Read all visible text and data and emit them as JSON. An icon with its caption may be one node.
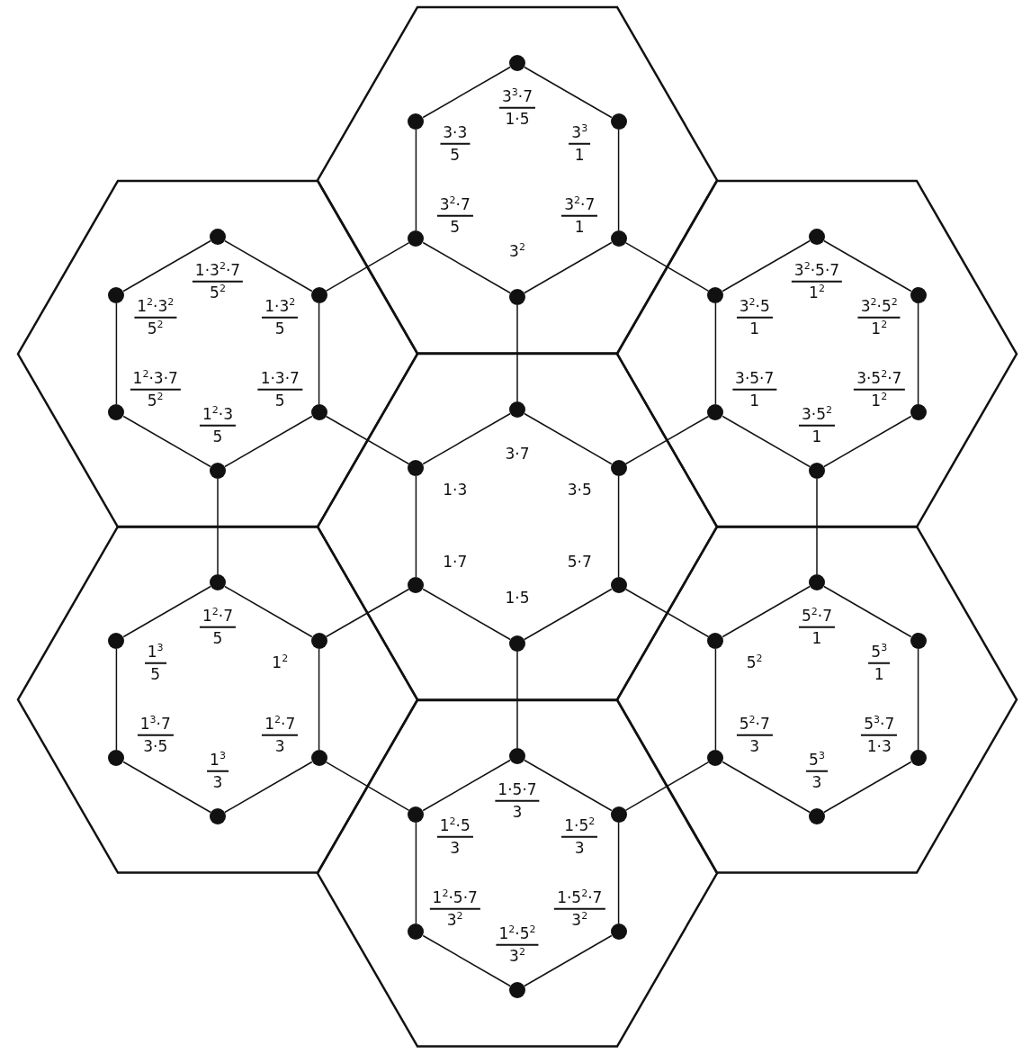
{
  "diagram": {
    "nodes": [
      {
        "text": [],
        "shape": "hexagon"
      },
      {
        "text": [],
        "shape": "circle",
        "in": 0,
        "beside": [
          "3$^{3}$·7",
          "1·5"
        ]
      },
      {
        "text": [],
        "shape": "circle",
        "in": 0,
        "beside": [
          "3$^{3}$",
          "1"
        ]
      },
      {
        "text": [],
        "shape": "circle",
        "in": 0,
        "beside": [
          "3$^{2}$·7",
          "1"
        ]
      },
      {
        "text": [],
        "shape": "circle",
        "in": 0,
        "beside": [
          "3$^{2}$"
        ]
      },
      {
        "text": [],
        "shape": "circle",
        "in": 0,
        "beside": [
          "3$^{2}$·7",
          "5"
        ]
      },
      {
        "text": [],
        "shape": "circle",
        "in": 0,
        "beside": [
          "3·3",
          "5"
        ]
      },
      {
        "text": [],
        "shape": "hexagon"
      },
      {
        "text": [],
        "shape": "circle",
        "in": 7,
        "beside": [
          "1·3$^{2}$·7",
          "5$^{2}$"
        ]
      },
      {
        "text": [],
        "shape": "circle",
        "in": 7,
        "beside": [
          "1·3$^{2}$",
          "5"
        ]
      },
      {
        "text": [],
        "shape": "circle",
        "in": 7,
        "beside": [
          "1·3·7",
          "5"
        ]
      },
      {
        "text": [],
        "shape": "circle",
        "in": 7,
        "beside": [
          "1$^{2}$·3",
          "5"
        ]
      },
      {
        "text": [],
        "shape": "circle",
        "in": 7,
        "beside": [
          "1$^{2}$·3·7",
          "5$^{2}$"
        ]
      },
      {
        "text": [],
        "shape": "circle",
        "in": 7,
        "beside": [
          "1$^{2}$·3$^{2}$",
          "5$^{2}$"
        ]
      },
      {
        "text": [],
        "shape": "hexagon"
      },
      {
        "text": [],
        "shape": "circle",
        "in": 14,
        "beside": [
          "3$^{2}$·5·7",
          "1$^{2}$"
        ]
      },
      {
        "text": [],
        "shape": "circle",
        "in": 14,
        "beside": [
          "3$^{2}$·5$^{2}$",
          "1$^{2}$"
        ]
      },
      {
        "text": [],
        "shape": "circle",
        "in": 14,
        "beside": [
          "3·5$^{2}$·7",
          "1$^{2}$"
        ]
      },
      {
        "text": [],
        "shape": "circle",
        "in": 14,
        "beside": [
          "3·5$^{2}$",
          "1"
        ]
      },
      {
        "text": [],
        "shape": "circle",
        "in": 14,
        "beside": [
          "3·5·7",
          "1"
        ]
      },
      {
        "text": [],
        "shape": "circle",
        "in": 14,
        "beside": [
          "3$^{2}$·5",
          "1"
        ]
      },
      {
        "text": [],
        "shape": "hexagon"
      },
      {
        "text": [],
        "shape": "circle",
        "in": 21,
        "beside": [
          "3·7"
        ]
      },
      {
        "text": [],
        "shape": "circle",
        "in": 21,
        "beside": [
          "3·5"
        ]
      },
      {
        "text": [],
        "shape": "circle",
        "in": 21,
        "beside": [
          "5·7"
        ]
      },
      {
        "text": [],
        "shape": "circle",
        "in": 21,
        "beside": [
          "1·5"
        ]
      },
      {
        "text": [],
        "shape": "circle",
        "in": 21,
        "beside": [
          "1·7"
        ]
      },
      {
        "text": [],
        "shape": "circle",
        "in": 21,
        "beside": [
          "1·3"
        ]
      },
      {
        "text": [],
        "shape": "hexagon"
      },
      {
        "text": [],
        "shape": "circle",
        "in": 28,
        "beside": [
          "1$^{2}$·7",
          "5"
        ]
      },
      {
        "text": [],
        "shape": "circle",
        "in": 28,
        "beside": [
          "1$^{2}$"
        ]
      },
      {
        "text": [],
        "shape": "circle",
        "in": 28,
        "beside": [
          "1$^{2}$·7",
          "3"
        ]
      },
      {
        "text": [],
        "shape": "circle",
        "in": 28,
        "beside": [
          "1$^{3}$",
          "3"
        ]
      },
      {
        "text": [],
        "shape": "circle",
        "in": 28,
        "beside": [
          "1$^{3}$·7",
          "3·5"
        ]
      },
      {
        "text": [],
        "shape": "circle",
        "in": 28,
        "beside": [
          "1$^{3}$",
          "5"
        ]
      },
      {
        "text": [],
        "shape": "hexagon"
      },
      {
        "text": [],
        "shape": "circle",
        "in": 35,
        "beside": [
          "5$^{2}$·7",
          "1"
        ]
      },
      {
        "text": [],
        "shape": "circle",
        "in": 35,
        "beside": [
          "5$^{3}$",
          "1"
        ]
      },
      {
        "text": [],
        "shape": "circle",
        "in": 35,
        "beside": [
          "5$^{3}$·7",
          "1·3"
        ]
      },
      {
        "text": [],
        "shape": "circle",
        "in": 35,
        "beside": [
          "5$^{3}$",
          "3"
        ]
      },
      {
        "text": [],
        "shape": "circle",
        "in": 35,
        "beside": [
          "5$^{2}$·7",
          "3"
        ]
      },
      {
        "text": [],
        "shape": "circle",
        "in": 35,
        "beside": [
          "5$^{2}$"
        ]
      },
      {
        "text": [],
        "shape": "hexagon"
      },
      {
        "text": [],
        "shape": "circle",
        "in": 42,
        "beside": [
          "1·5·7",
          "3"
        ]
      },
      {
        "text": [],
        "shape": "circle",
        "in": 42,
        "beside": [
          "1·5$^{2}$",
          "3"
        ]
      },
      {
        "text": [],
        "shape": "circle",
        "in": 42,
        "beside": [
          "1·5$^{2}$·7",
          "3$^{2}$"
        ]
      },
      {
        "text": [],
        "shape": "circle",
        "in": 42,
        "beside": [
          "1$^{2}$·5$^{2}$",
          "3$^{2}$"
        ]
      },
      {
        "text": [],
        "shape": "circle",
        "in": 42,
        "beside": [
          "1$^{2}$·5·7",
          "3$^{2}$"
        ]
      },
      {
        "text": [],
        "shape": "circle",
        "in": 42,
        "beside": [
          "1$^{2}$·5",
          "3"
        ]
      }
    ],
    "edges": [
      {
        "from": 1,
        "to": 2,
        "arrow": "none"
      },
      {
        "from": 2,
        "to": 3,
        "arrow": "none"
      },
      {
        "from": 3,
        "to": 4,
        "arrow": "none"
      },
      {
        "from": 4,
        "to": 5,
        "arrow": "none"
      },
      {
        "from": 5,
        "to": 6,
        "arrow": "none"
      },
      {
        "from": 6,
        "to": 1,
        "arrow": "none"
      },
      {
        "from": 8,
        "to": 9,
        "arrow": "none"
      },
      {
        "from": 9,
        "to": 10,
        "arrow": "none"
      },
      {
        "from": 10,
        "to": 11,
        "arrow": "none"
      },
      {
        "from": 11,
        "to": 12,
        "arrow": "none"
      },
      {
        "from": 12,
        "to": 13,
        "arrow": "none"
      },
      {
        "from": 13,
        "to": 8,
        "arrow": "none"
      },
      {
        "from": 15,
        "to": 16,
        "arrow": "none"
      },
      {
        "from": 16,
        "to": 17,
        "arrow": "none"
      },
      {
        "from": 17,
        "to": 18,
        "arrow": "none"
      },
      {
        "from": 18,
        "to": 19,
        "arrow": "none"
      },
      {
        "from": 19,
        "to": 20,
        "arrow": "none"
      },
      {
        "from": 20,
        "to": 15,
        "arrow": "none"
      },
      {
        "from": 22,
        "to": 23,
        "arrow": "none"
      },
      {
        "from": 23,
        "to": 24,
        "arrow": "none"
      },
      {
        "from": 24,
        "to": 25,
        "arrow": "none"
      },
      {
        "from": 25,
        "to": 26,
        "arrow": "none"
      },
      {
        "from": 26,
        "to": 27,
        "arrow": "none"
      },
      {
        "from": 27,
        "to": 22,
        "arrow": "none"
      },
      {
        "from": 29,
        "to": 30,
        "arrow": "none"
      },
      {
        "from": 30,
        "to": 31,
        "arrow": "none"
      },
      {
        "from": 31,
        "to": 32,
        "arrow": "none"
      },
      {
        "from": 32,
        "to": 33,
        "arrow": "none"
      },
      {
        "from": 33,
        "to": 34,
        "arrow": "none"
      },
      {
        "from": 34,
        "to": 29,
        "arrow": "none"
      },
      {
        "from": 36,
        "to": 37,
        "arrow": "none"
      },
      {
        "from": 37,
        "to": 38,
        "arrow": "none"
      },
      {
        "from": 38,
        "to": 39,
        "arrow": "none"
      },
      {
        "from": 39,
        "to": 40,
        "arrow": "none"
      },
      {
        "from": 40,
        "to": 41,
        "arrow": "none"
      },
      {
        "from": 41,
        "to": 36,
        "arrow": "none"
      },
      {
        "from": 43,
        "to": 44,
        "arrow": "none"
      },
      {
        "from": 44,
        "to": 45,
        "arrow": "none"
      },
      {
        "from": 45,
        "to": 46,
        "arrow": "none"
      },
      {
        "from": 46,
        "to": 47,
        "arrow": "none"
      },
      {
        "from": 47,
        "to": 48,
        "arrow": "none"
      },
      {
        "from": 48,
        "to": 43,
        "arrow": "none"
      },
      {
        "from": 4,
        "to": 22,
        "arrow": "none"
      },
      {
        "from": 5,
        "to": 9,
        "arrow": "none"
      },
      {
        "from": 3,
        "to": 20,
        "arrow": "none"
      },
      {
        "from": 10,
        "to": 27,
        "arrow": "none"
      },
      {
        "from": 19,
        "to": 23,
        "arrow": "none"
      },
      {
        "from": 11,
        "to": 29,
        "arrow": "none"
      },
      {
        "from": 18,
        "to": 36,
        "arrow": "none"
      },
      {
        "from": 26,
        "to": 30,
        "arrow": "none"
      },
      {
        "from": 24,
        "to": 41,
        "arrow": "none"
      },
      {
        "from": 25,
        "to": 43,
        "arrow": "none"
      },
      {
        "from": 31,
        "to": 48,
        "arrow": "none"
      },
      {
        "from": 40,
        "to": 44,
        "arrow": "none"
      }
    ]
  }
}
